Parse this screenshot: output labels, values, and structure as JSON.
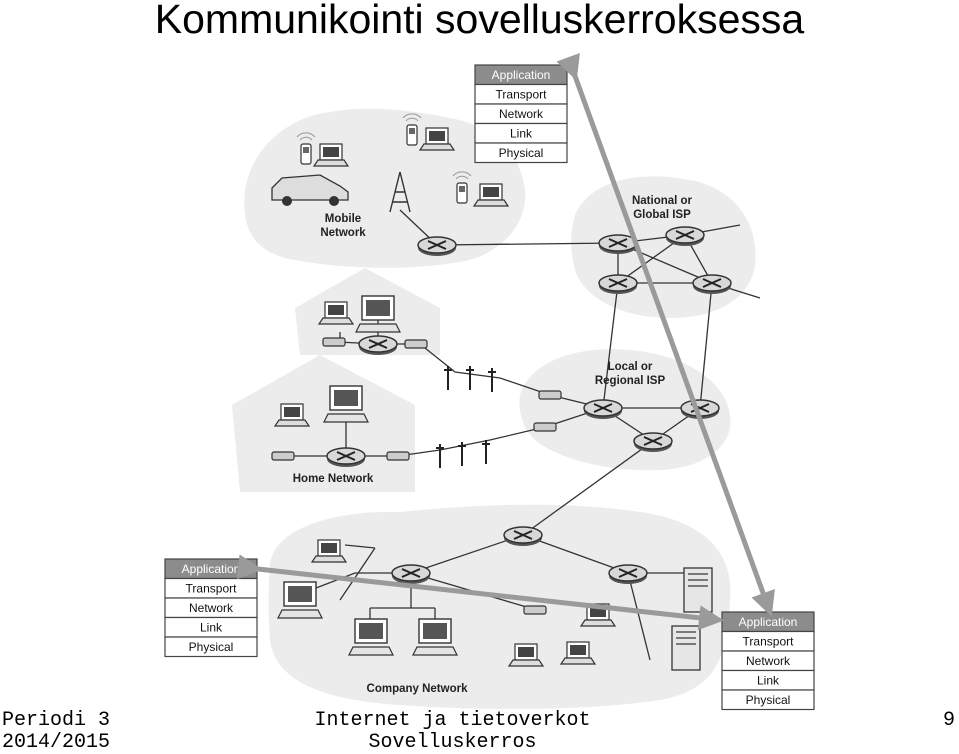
{
  "slide": {
    "title": "Kommunikointi sovelluskerroksessa",
    "footer_left_1": "Periodi 3",
    "footer_left_2": "2014/2015",
    "footer_center_1": "Internet ja tietoverkot",
    "footer_center_2": "Sovelluskerros",
    "page_number": "9"
  },
  "diagram": {
    "regions": {
      "mobile": "Mobile",
      "mobile2": "Network",
      "isp_national": "National or",
      "isp_national2": "Global ISP",
      "isp_local": "Local or",
      "isp_local2": "Regional ISP",
      "home": "Home Network",
      "company": "Company Network"
    },
    "stacks": [
      {
        "name": "top",
        "layers": [
          "Application",
          "Transport",
          "Network",
          "Link",
          "Physical"
        ]
      },
      {
        "name": "left",
        "layers": [
          "Application",
          "Transport",
          "Network",
          "Link",
          "Physical"
        ]
      },
      {
        "name": "right",
        "layers": [
          "Application",
          "Transport",
          "Network",
          "Link",
          "Physical"
        ]
      }
    ],
    "colors": {
      "arrow": "#9a9a9a",
      "cloud": "#ececec",
      "application": "#8c8c8c"
    }
  }
}
